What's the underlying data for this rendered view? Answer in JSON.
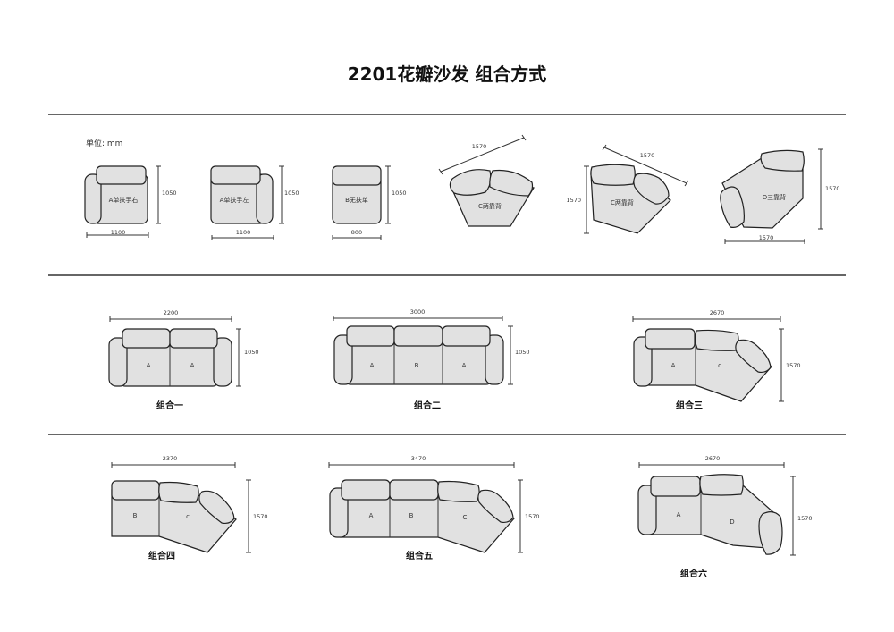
{
  "title": "2201花瓣沙发  组合方式",
  "unit": "单位: mm",
  "modules": {
    "a_right": {
      "label": "A单扶手右",
      "w": "1100",
      "h": "1050"
    },
    "a_left": {
      "label": "A单扶手左",
      "w": "1100",
      "h": "1050"
    },
    "b": {
      "label": "B无扶单",
      "w": "800",
      "h": "1050"
    },
    "c1": {
      "label": "C两靠背",
      "diag": "1570"
    },
    "c2": {
      "label": "C两靠背",
      "diag": "1570",
      "h": "1570"
    },
    "d": {
      "label": "D三靠背",
      "w": "1570",
      "h": "1570"
    }
  },
  "combos": {
    "c1": {
      "name": "组合一",
      "w": "2200",
      "h": "1050",
      "labels": [
        "A",
        "A"
      ]
    },
    "c2": {
      "name": "组合二",
      "w": "3000",
      "h": "1050",
      "labels": [
        "A",
        "B",
        "A"
      ]
    },
    "c3": {
      "name": "组合三",
      "w": "2670",
      "h": "1570",
      "labels": [
        "A",
        "c"
      ]
    },
    "c4": {
      "name": "组合四",
      "w": "2370",
      "h": "1570",
      "labels": [
        "B",
        "c"
      ]
    },
    "c5": {
      "name": "组合五",
      "w": "3470",
      "h": "1570",
      "labels": [
        "A",
        "B",
        "C"
      ]
    },
    "c6": {
      "name": "组合六",
      "w": "2670",
      "h": "1570",
      "labels": [
        "A",
        "D"
      ]
    }
  }
}
